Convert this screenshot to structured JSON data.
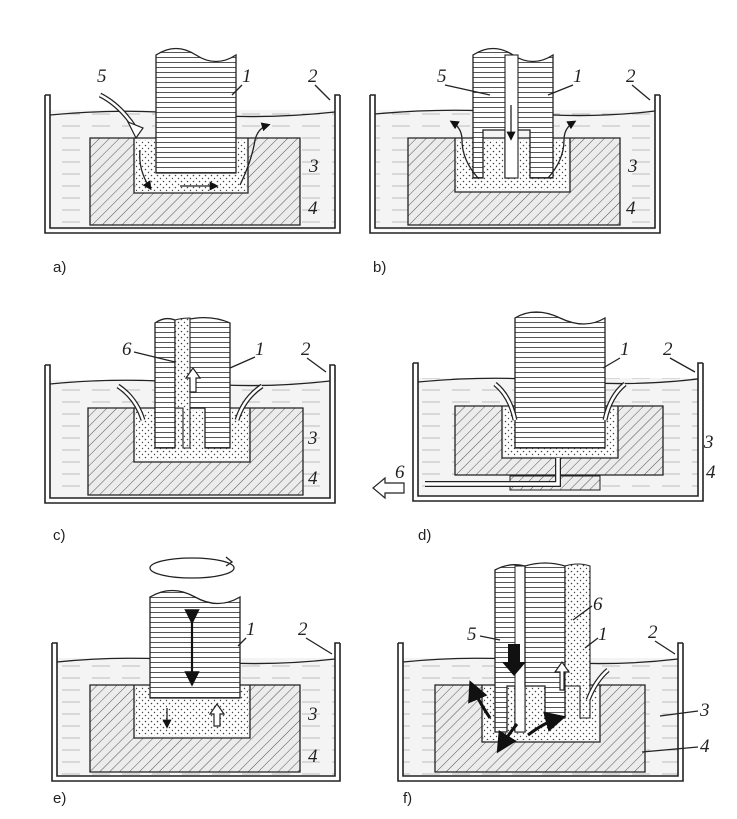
{
  "panels": [
    {
      "id": "a",
      "caption": "a)",
      "labels": [
        "5",
        "1",
        "2",
        "3",
        "4"
      ]
    },
    {
      "id": "b",
      "caption": "b)",
      "labels": [
        "5",
        "1",
        "2",
        "3",
        "4"
      ]
    },
    {
      "id": "c",
      "caption": "c)",
      "labels": [
        "6",
        "1",
        "2",
        "3",
        "4"
      ]
    },
    {
      "id": "d",
      "caption": "d)",
      "labels": [
        "1",
        "2",
        "3",
        "4",
        "6"
      ]
    },
    {
      "id": "e",
      "caption": "e)",
      "labels": [
        "1",
        "2",
        "3",
        "4"
      ]
    },
    {
      "id": "f",
      "caption": "f)",
      "labels": [
        "6",
        "5",
        "1",
        "2",
        "3",
        "4"
      ]
    }
  ]
}
